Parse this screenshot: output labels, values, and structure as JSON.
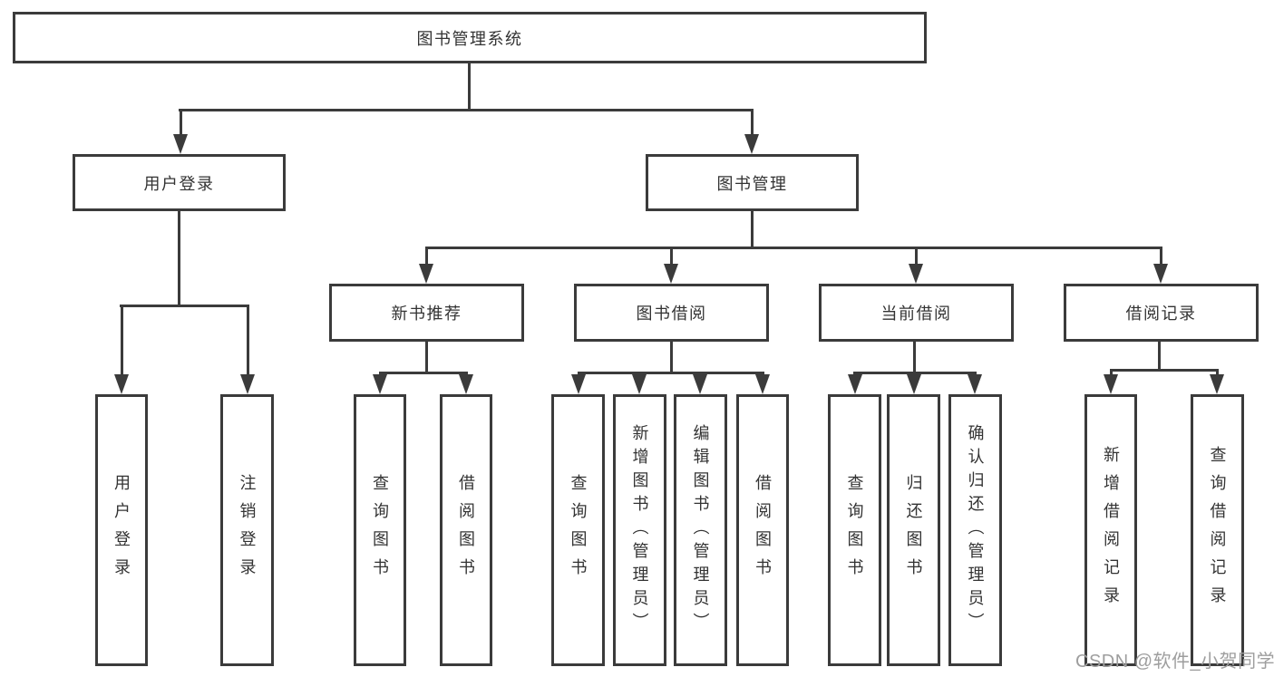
{
  "diagram": {
    "root": {
      "label": "图书管理系统"
    },
    "branches": [
      {
        "label": "用户登录",
        "children": [
          {
            "label": "用户登录"
          },
          {
            "label": "注销登录"
          }
        ]
      },
      {
        "label": "图书管理",
        "children": [
          {
            "label": "新书推荐",
            "children": [
              {
                "label": "查询图书"
              },
              {
                "label": "借阅图书"
              }
            ]
          },
          {
            "label": "图书借阅",
            "children": [
              {
                "label": "查询图书"
              },
              {
                "label": "新增图书（管理员）"
              },
              {
                "label": "编辑图书（管理员）"
              },
              {
                "label": "借阅图书"
              }
            ]
          },
          {
            "label": "当前借阅",
            "children": [
              {
                "label": "查询图书"
              },
              {
                "label": "归还图书"
              },
              {
                "label": "确认归还（管理员）"
              }
            ]
          },
          {
            "label": "借阅记录",
            "children": [
              {
                "label": "新增借阅记录"
              },
              {
                "label": "查询借阅记录"
              }
            ]
          }
        ]
      }
    ]
  },
  "watermark": {
    "text": "CSDN @软件_小贺同学"
  },
  "colors": {
    "line": "#3b3b3b",
    "text": "#333333",
    "box_fill": "#ffffff",
    "watermark": "#9e9e9e",
    "background": "#ffffff"
  }
}
